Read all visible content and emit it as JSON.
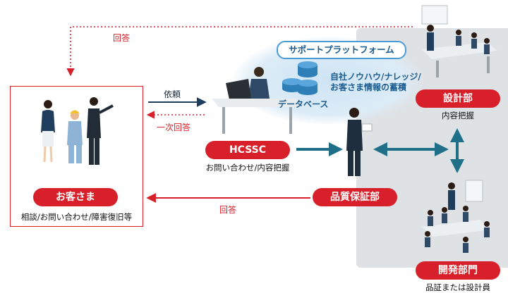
{
  "diagram": {
    "customer": {
      "label": "お客さま",
      "caption": "相談/お問い合わせ/障害復旧等"
    },
    "hcssc": {
      "label": "HCSSC",
      "caption": "お問い合わせ/内容把握"
    },
    "qa": {
      "label": "品質保証部"
    },
    "design": {
      "label": "設計部",
      "caption": "内容把握"
    },
    "development": {
      "label": "開発部門",
      "caption": "品証または設計員"
    },
    "platform": {
      "label": "サポートプラットフォーム",
      "db_label": "データベース",
      "kb_line1": "自社ノウハウ/ナレッジ/",
      "kb_line2": "お客さま情報の蓄積"
    },
    "arrows": {
      "top_reply": "回答",
      "request": "依頼",
      "first_reply": "一次回答",
      "bottom_reply": "回答"
    }
  },
  "colors": {
    "accent_red": "#d8202a",
    "navy": "#1f3d5c",
    "teal": "#1f6f88",
    "platform_blue": "#4b9ad6"
  }
}
